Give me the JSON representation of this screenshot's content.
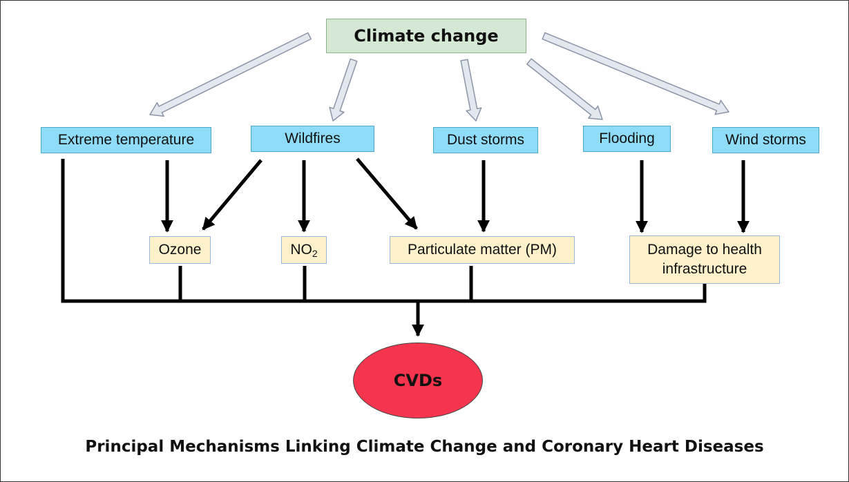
{
  "root": {
    "label": "Climate change"
  },
  "causes": [
    {
      "label": "Extreme temperature"
    },
    {
      "label": "Wildfires"
    },
    {
      "label": "Dust storms"
    },
    {
      "label": "Flooding"
    },
    {
      "label": "Wind storms"
    }
  ],
  "mediators": {
    "ozone": "Ozone",
    "no2_base": "NO",
    "no2_sub": "2",
    "pm": "Particulate matter (PM)",
    "damage_line1": "Damage to health",
    "damage_line2": "infrastructure"
  },
  "outcome": {
    "label": "CVDs"
  },
  "caption": "Principal Mechanisms Linking Climate Change and Coronary Heart Diseases",
  "colors": {
    "root_fill": "#d5e8d4",
    "cause_fill": "#8fdcf8",
    "mediator_fill": "#fdf1cc",
    "outcome_fill": "#f5354d",
    "hollow_arrow_fill": "#e3e7ee",
    "hollow_arrow_stroke": "#8a94a6",
    "link_color": "#000000"
  }
}
